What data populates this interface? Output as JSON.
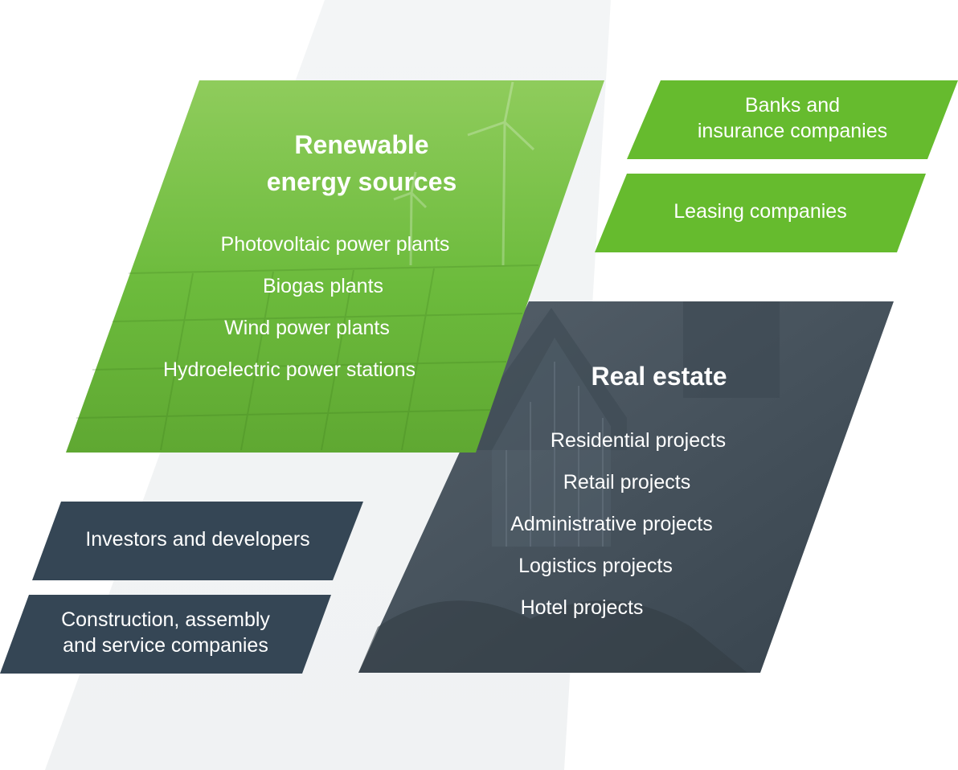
{
  "colors": {
    "green": "#66bb2e",
    "green_light": "#8fce5e",
    "slate": "#354655",
    "slate_panel": "#46525c",
    "backdrop": "#f2f4f5"
  },
  "renewable": {
    "heading_line1": "Renewable",
    "heading_line2": "energy sources",
    "items": [
      "Photovoltaic power plants",
      "Biogas plants",
      "Wind power plants",
      "Hydroelectric power stations"
    ]
  },
  "real_estate": {
    "heading": "Real estate",
    "items": [
      "Residential projects",
      "Retail projects",
      "Administrative projects",
      "Logistics projects",
      "Hotel projects"
    ]
  },
  "green_chips": [
    {
      "line1": "Banks and",
      "line2": "insurance companies"
    },
    {
      "line1": "Leasing companies"
    }
  ],
  "slate_chips": [
    {
      "line1": "Investors and developers"
    },
    {
      "line1": "Construction, assembly",
      "line2": "and service companies"
    }
  ]
}
